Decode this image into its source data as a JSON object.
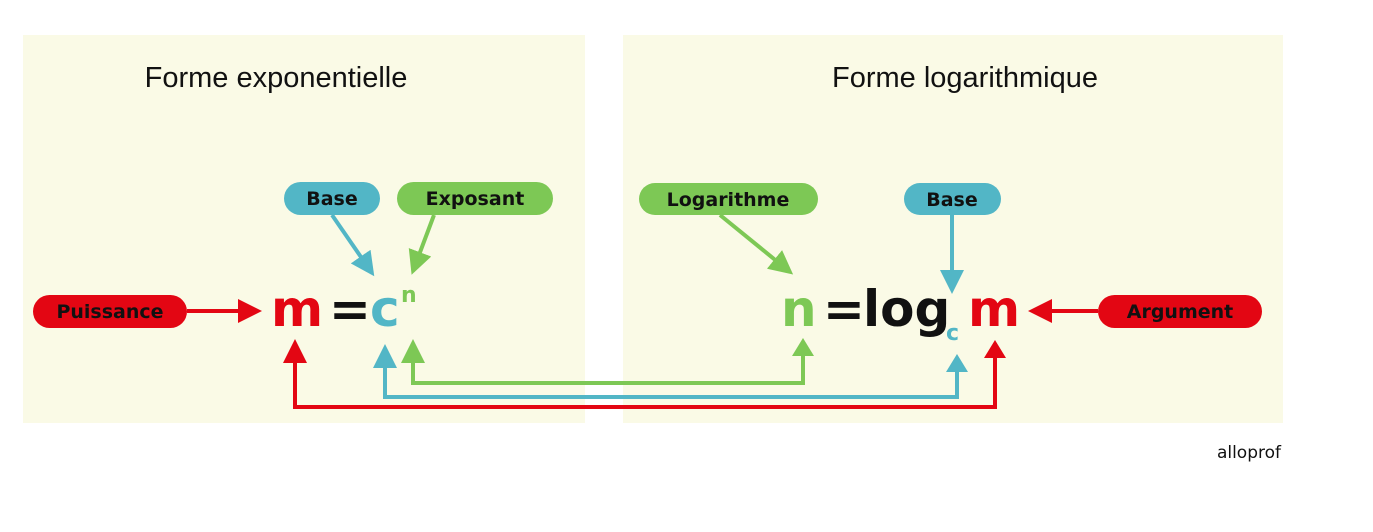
{
  "colors": {
    "panel": "#fafae6",
    "red": "#e30613",
    "blue": "#52b6c6",
    "green": "#7dc855",
    "text": "#111111"
  },
  "left_panel": {
    "title": "Forme exponentielle",
    "labels": {
      "base": "Base",
      "exponent": "Exposant",
      "power": "Puissance"
    },
    "equation": {
      "power": "m",
      "equals": "=",
      "base": "c",
      "exponent": "n"
    }
  },
  "right_panel": {
    "title": "Forme logarithmique",
    "labels": {
      "logarithm": "Logarithme",
      "base": "Base",
      "argument": "Argument"
    },
    "equation": {
      "logarithm": "n",
      "equals": "=",
      "log": "log",
      "base": "c",
      "argument": "m"
    }
  },
  "logo": "alloprof"
}
